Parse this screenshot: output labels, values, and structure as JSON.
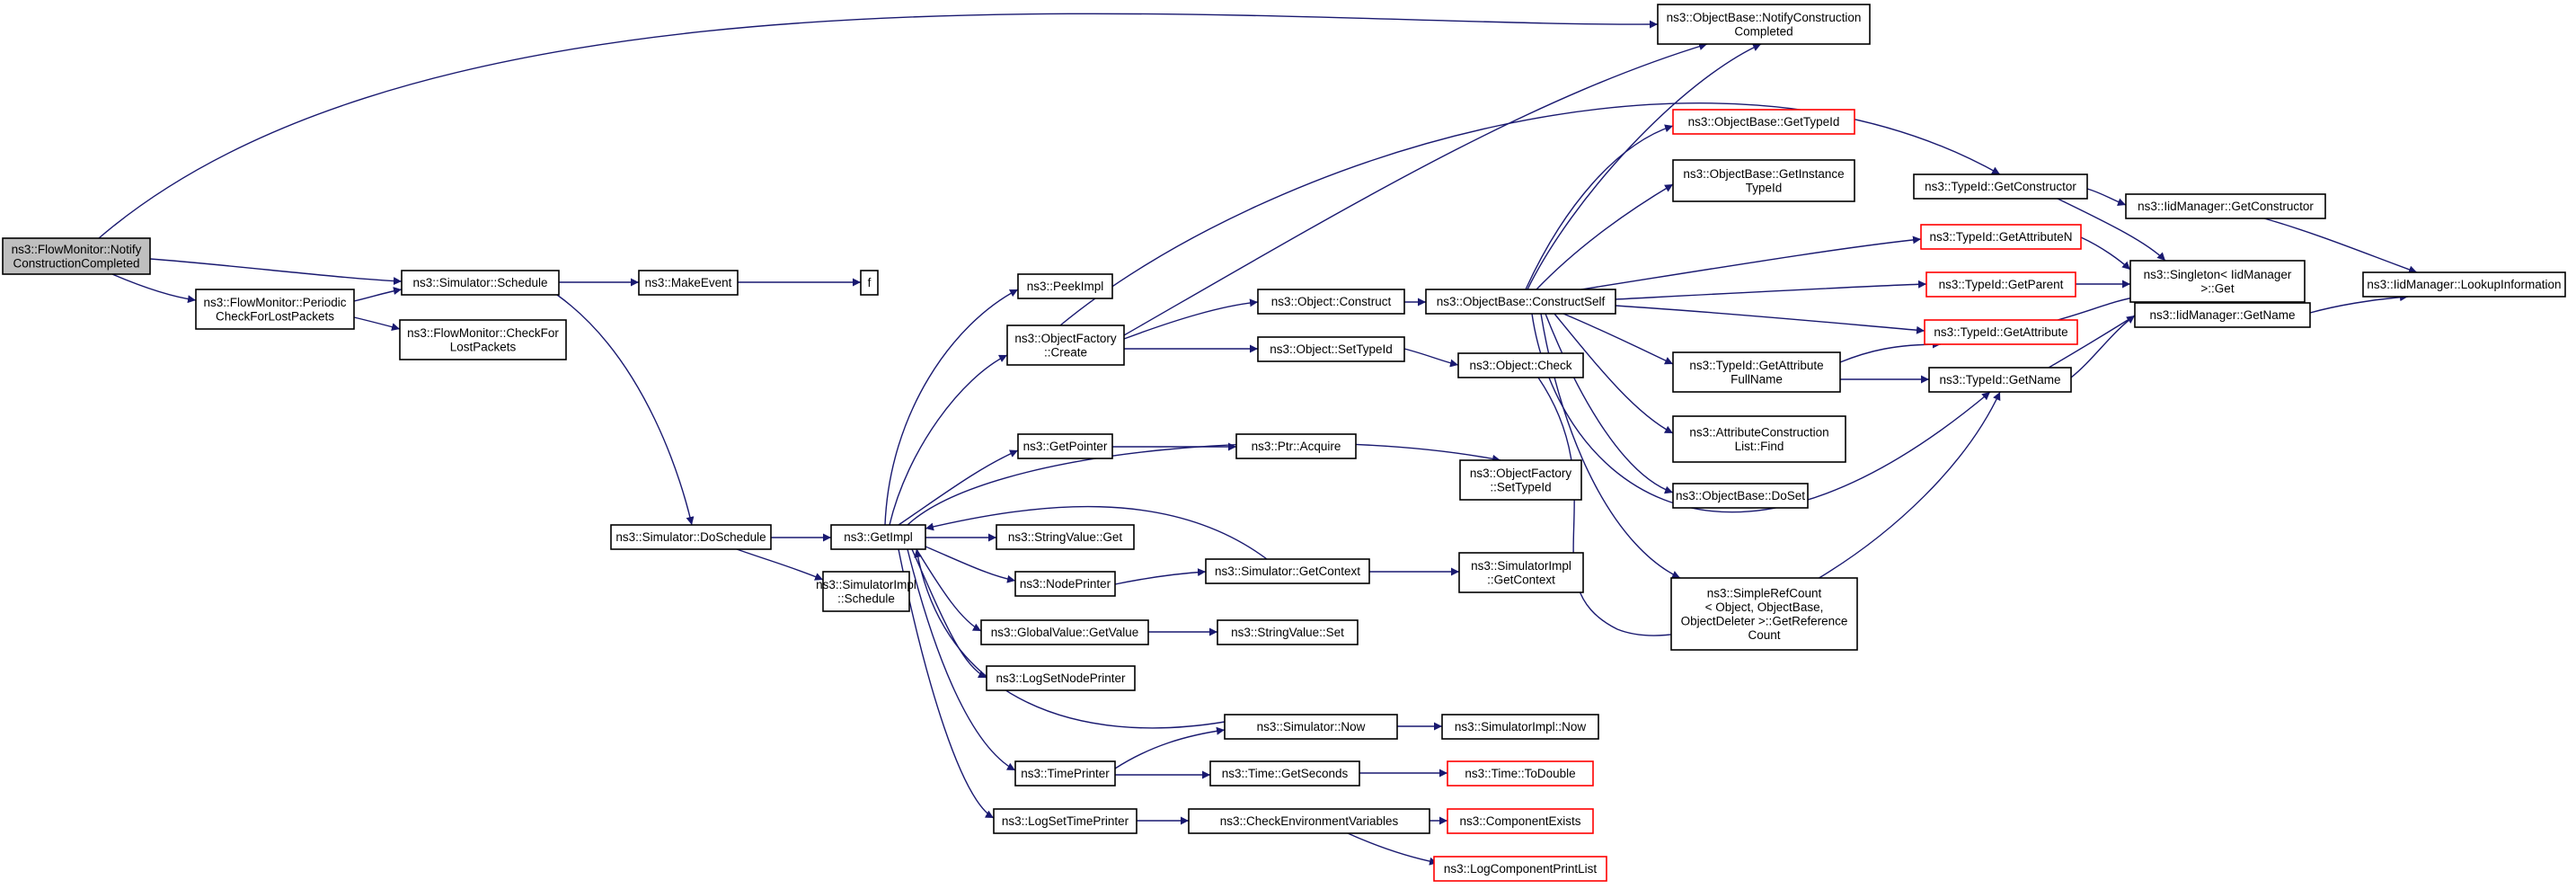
{
  "diagram": {
    "type": "call-graph",
    "edge_color": "#191970",
    "root_fill": "#bfbfbf",
    "truncated_border": "#ff0000",
    "nodes": [
      {
        "id": "root",
        "lines": [
          "ns3::FlowMonitor::Notify",
          "ConstructionCompleted"
        ],
        "root": true
      },
      {
        "id": "notify",
        "lines": [
          "ns3::ObjectBase::NotifyConstruction",
          "Completed"
        ]
      },
      {
        "id": "schedule",
        "lines": [
          "ns3::Simulator::Schedule"
        ]
      },
      {
        "id": "periodic",
        "lines": [
          "ns3::FlowMonitor::Periodic",
          "CheckForLostPackets"
        ]
      },
      {
        "id": "checkfor",
        "lines": [
          "ns3::FlowMonitor::CheckFor",
          "LostPackets"
        ]
      },
      {
        "id": "makeevent",
        "lines": [
          "ns3::MakeEvent"
        ]
      },
      {
        "id": "f",
        "lines": [
          "f"
        ]
      },
      {
        "id": "doschedule",
        "lines": [
          "ns3::Simulator::DoSchedule"
        ]
      },
      {
        "id": "getimpl",
        "lines": [
          "ns3::GetImpl"
        ]
      },
      {
        "id": "simimplsched",
        "lines": [
          "ns3::SimulatorImpl",
          "::Schedule"
        ]
      },
      {
        "id": "peekimpl",
        "lines": [
          "ns3::PeekImpl"
        ]
      },
      {
        "id": "ofcreate",
        "lines": [
          "ns3::ObjectFactory",
          "::Create"
        ]
      },
      {
        "id": "getpointer",
        "lines": [
          "ns3::GetPointer"
        ]
      },
      {
        "id": "stringvalueget",
        "lines": [
          "ns3::StringValue::Get"
        ]
      },
      {
        "id": "nodeprinter",
        "lines": [
          "ns3::NodePrinter"
        ]
      },
      {
        "id": "globalvalue",
        "lines": [
          "ns3::GlobalValue::GetValue"
        ]
      },
      {
        "id": "logsetnode",
        "lines": [
          "ns3::LogSetNodePrinter"
        ]
      },
      {
        "id": "timeprinter",
        "lines": [
          "ns3::TimePrinter"
        ]
      },
      {
        "id": "logsettime",
        "lines": [
          "ns3::LogSetTimePrinter"
        ]
      },
      {
        "id": "objconstruct",
        "lines": [
          "ns3::Object::Construct"
        ]
      },
      {
        "id": "objsettypeid",
        "lines": [
          "ns3::Object::SetTypeId"
        ]
      },
      {
        "id": "ptracquire",
        "lines": [
          "ns3::Ptr::Acquire"
        ]
      },
      {
        "id": "getcontext",
        "lines": [
          "ns3::Simulator::GetContext"
        ]
      },
      {
        "id": "stringvalueset",
        "lines": [
          "ns3::StringValue::Set"
        ]
      },
      {
        "id": "simnow",
        "lines": [
          "ns3::Simulator::Now"
        ]
      },
      {
        "id": "timegetseconds",
        "lines": [
          "ns3::Time::GetSeconds"
        ]
      },
      {
        "id": "checkenv",
        "lines": [
          "ns3::CheckEnvironmentVariables"
        ]
      },
      {
        "id": "constructself",
        "lines": [
          "ns3::ObjectBase::ConstructSelf"
        ]
      },
      {
        "id": "objcheck",
        "lines": [
          "ns3::Object::Check"
        ]
      },
      {
        "id": "ofsettypeid",
        "lines": [
          "ns3::ObjectFactory",
          "::SetTypeId"
        ]
      },
      {
        "id": "simimplgetctx",
        "lines": [
          "ns3::SimulatorImpl",
          "::GetContext"
        ]
      },
      {
        "id": "simimplnow",
        "lines": [
          "ns3::SimulatorImpl::Now"
        ]
      },
      {
        "id": "todouble",
        "lines": [
          "ns3::Time::ToDouble"
        ],
        "truncated": true
      },
      {
        "id": "compexists",
        "lines": [
          "ns3::ComponentExists"
        ],
        "truncated": true
      },
      {
        "id": "logcomplist",
        "lines": [
          "ns3::LogComponentPrintList"
        ],
        "truncated": true
      },
      {
        "id": "obgettypeid",
        "lines": [
          "ns3::ObjectBase::GetTypeId"
        ],
        "truncated": true
      },
      {
        "id": "obgetinstance",
        "lines": [
          "ns3::ObjectBase::GetInstance",
          "TypeId"
        ]
      },
      {
        "id": "tidgetattrfull",
        "lines": [
          "ns3::TypeId::GetAttribute",
          "FullName"
        ]
      },
      {
        "id": "attrconstfind",
        "lines": [
          "ns3::AttributeConstruction",
          "List::Find"
        ]
      },
      {
        "id": "obdoset",
        "lines": [
          "ns3::ObjectBase::DoSet"
        ]
      },
      {
        "id": "simplerefcount",
        "lines": [
          "ns3::SimpleRefCount",
          "< Object, ObjectBase,",
          "ObjectDeleter >::GetReference",
          "Count"
        ]
      },
      {
        "id": "tidgetconstructor",
        "lines": [
          "ns3::TypeId::GetConstructor"
        ]
      },
      {
        "id": "tidgetattrn",
        "lines": [
          "ns3::TypeId::GetAttributeN"
        ],
        "truncated": true
      },
      {
        "id": "tidgetparent",
        "lines": [
          "ns3::TypeId::GetParent"
        ],
        "truncated": true
      },
      {
        "id": "tidgetattr",
        "lines": [
          "ns3::TypeId::GetAttribute"
        ],
        "truncated": true
      },
      {
        "id": "tidgetname",
        "lines": [
          "ns3::TypeId::GetName"
        ]
      },
      {
        "id": "iidgetconstructor",
        "lines": [
          "ns3::IidManager::GetConstructor"
        ]
      },
      {
        "id": "singleton",
        "lines": [
          "ns3::Singleton< IidManager",
          ">::Get"
        ]
      },
      {
        "id": "iidgetname",
        "lines": [
          "ns3::IidManager::GetName"
        ]
      },
      {
        "id": "lookupinfo",
        "lines": [
          "ns3::IidManager::LookupInformation"
        ]
      }
    ]
  }
}
